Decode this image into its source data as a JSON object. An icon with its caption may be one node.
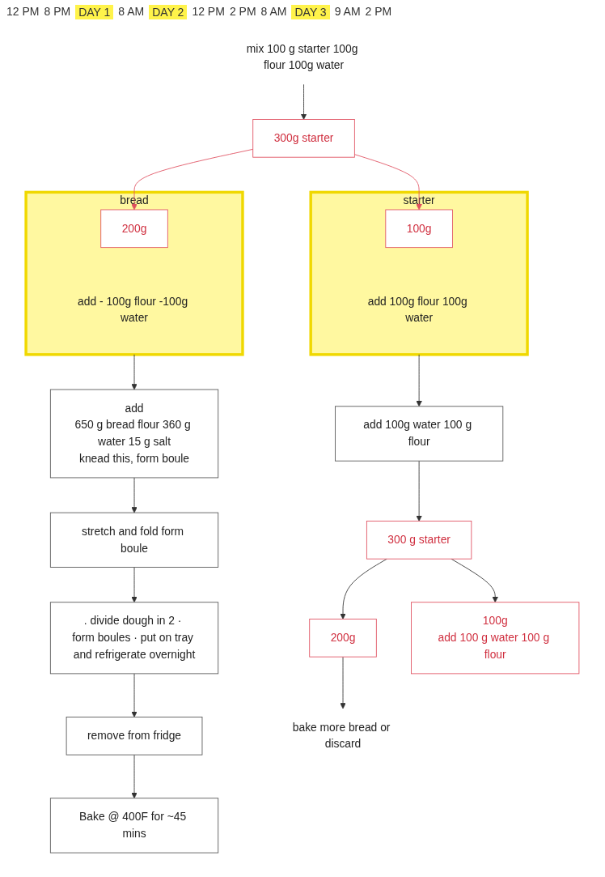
{
  "diagram": {
    "nodes": [
      {
        "text": [
          "mix 100 g starter 100g flour 100g water"
        ]
      },
      {
        "text": [
          "300g starter"
        ]
      },
      {
        "text": [
          "bread",
          "add - 100g flour -100g water"
        ]
      },
      {
        "text": [
          "200g"
        ],
        "in": 2
      },
      {
        "text": [
          "starter",
          "add 100g flour 100g water"
        ]
      },
      {
        "text": [
          "100g"
        ],
        "in": 4
      },
      {
        "text": [
          "add",
          "650 g bread flour 360 g water 15 g salt",
          "knead this, form boule"
        ]
      },
      {
        "text": [
          "stretch and fold form boule"
        ]
      },
      {
        "text": [
          ". divide dough in 2 · form boules · put on tray and refrigerate overnight"
        ]
      },
      {
        "text": [
          "add 100g water 100 g flour"
        ]
      },
      {
        "text": [
          "remove from fridge"
        ]
      },
      {
        "text": [
          "Bake @ 400F for ~45 mins"
        ]
      },
      {
        "text": [
          "300 g starter"
        ]
      },
      {
        "text": [
          "200g"
        ]
      },
      {
        "text": [
          "100g",
          "add 100 g water 100 g flour"
        ]
      },
      {
        "text": [
          "bake more bread or discard"
        ]
      }
    ],
    "edges": [
      {
        "from": 0,
        "to": 1,
        "arrow": "to"
      },
      {
        "from": 1,
        "to": 3,
        "arrow": "to",
        "color": "#e05060"
      },
      {
        "from": 1,
        "to": 5,
        "arrow": "to",
        "color": "#e05060"
      },
      {
        "from": 2,
        "to": 6,
        "arrow": "to"
      },
      {
        "from": 4,
        "to": 9,
        "arrow": "to"
      },
      {
        "from": 6,
        "to": 7,
        "arrow": "to"
      },
      {
        "from": 7,
        "to": 8,
        "arrow": "to"
      },
      {
        "from": 8,
        "to": 10,
        "arrow": "to"
      },
      {
        "from": 10,
        "to": 11,
        "arrow": "to"
      },
      {
        "from": 9,
        "to": 12,
        "arrow": "to"
      },
      {
        "from": 12,
        "to": 13,
        "arrow": "to"
      },
      {
        "from": 12,
        "to": 14,
        "arrow": "to"
      },
      {
        "from": 13,
        "to": 15,
        "arrow": "to"
      }
    ],
    "labels": [
      "12 PM",
      "8 PM",
      "DAY 1",
      "8 AM",
      "DAY 2",
      "12 PM",
      "2 PM",
      "8 AM",
      "DAY 3",
      "9 AM",
      "2 PM"
    ]
  }
}
